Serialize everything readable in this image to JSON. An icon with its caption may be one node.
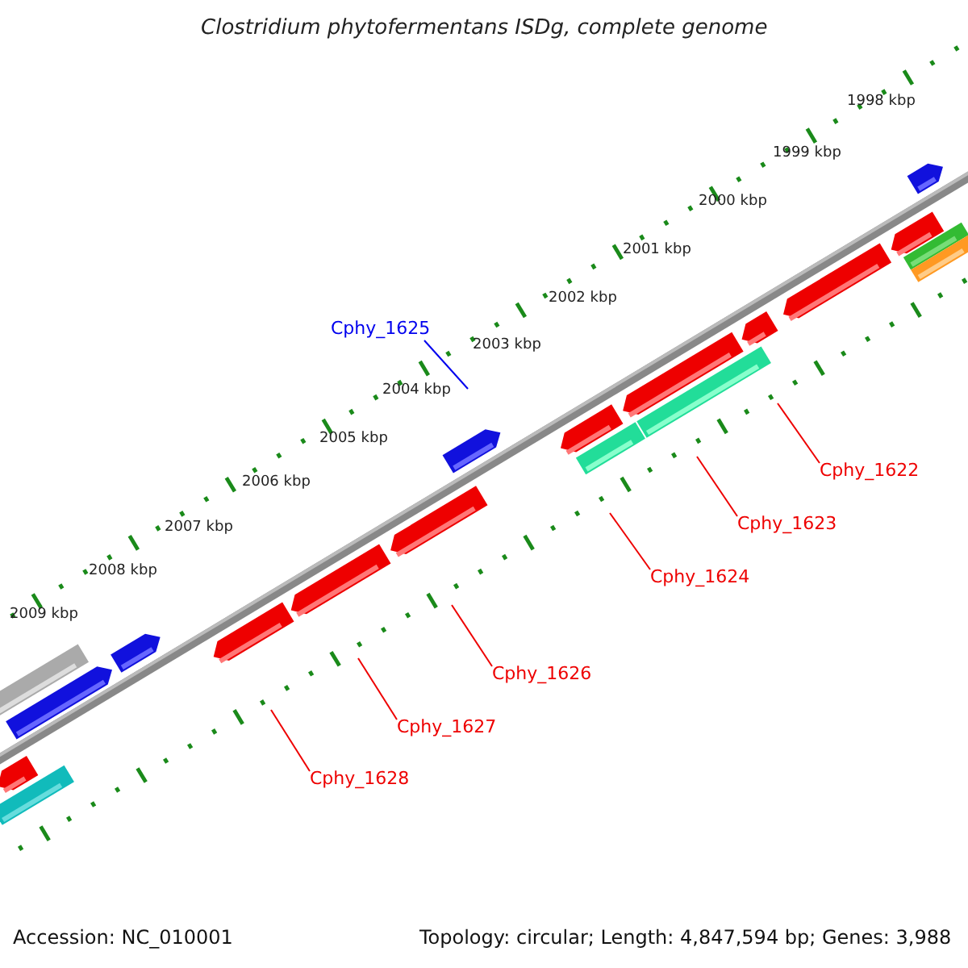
{
  "diagram": {
    "title": "Clostridium phytofermentans ISDg, complete genome",
    "nodes": [
      {
        "text": [
          "Cphy_1625"
        ]
      },
      {
        "text": [
          "Cphy_1622"
        ]
      },
      {
        "text": [
          "Cphy_1623"
        ]
      },
      {
        "text": [
          "Cphy_1624"
        ]
      },
      {
        "text": [
          "Cphy_1626"
        ]
      },
      {
        "text": [
          "Cphy_1627"
        ]
      },
      {
        "text": [
          "Cphy_1628"
        ]
      }
    ],
    "edges": [
      {
        "from": 0,
        "to": null,
        "arrow": "none",
        "color": "#0000ee"
      },
      {
        "from": 1,
        "to": null,
        "arrow": "none"
      },
      {
        "from": 2,
        "to": null,
        "arrow": "none"
      },
      {
        "from": 3,
        "to": null,
        "arrow": "none"
      },
      {
        "from": 4,
        "to": null,
        "arrow": "none"
      },
      {
        "from": 5,
        "to": null,
        "arrow": "none"
      },
      {
        "from": 6,
        "to": null,
        "arrow": "none"
      }
    ],
    "labels": [
      "1998 kbp",
      "1999 kbp",
      "2000 kbp",
      "2001 kbp",
      "2002 kbp",
      "2003 kbp",
      "2004 kbp",
      "2005 kbp",
      "2006 kbp",
      "2007 kbp",
      "2008 kbp",
      "2009 kbp",
      "Accession: NC_010001",
      "Topology: circular; Length: 4,847,594 bp; Genes: 3,988"
    ]
  }
}
